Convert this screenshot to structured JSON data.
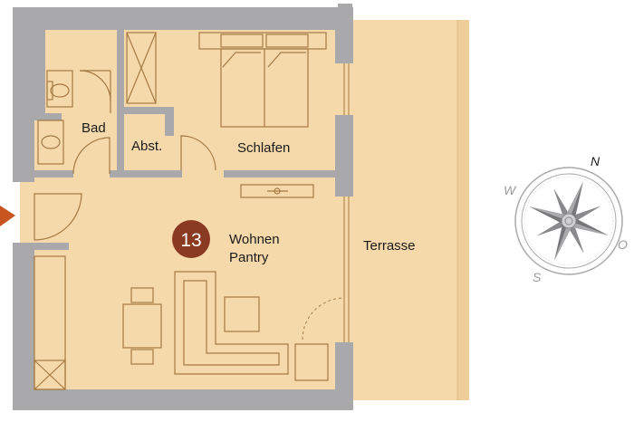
{
  "unit": {
    "number": "13",
    "badge_color": "#8b3a22"
  },
  "rooms": {
    "bad": "Bad",
    "abst": "Abst.",
    "schlafen": "Schlafen",
    "wohnen": "Wohnen",
    "pantry": "Pantry",
    "terrasse": "Terrasse"
  },
  "compass": {
    "north": "N",
    "west": "W",
    "south": "S",
    "east": "O",
    "north_color": "#1a1a1a",
    "other_color": "#9a9a9a"
  },
  "colors": {
    "floor": "#f6d9ab",
    "wall": "#a9a9ab",
    "terrace": "#f6d9ab",
    "terrace_edge": "#e7c490",
    "furniture_line": "#a57a43",
    "entry_arrow": "#c8541f"
  }
}
